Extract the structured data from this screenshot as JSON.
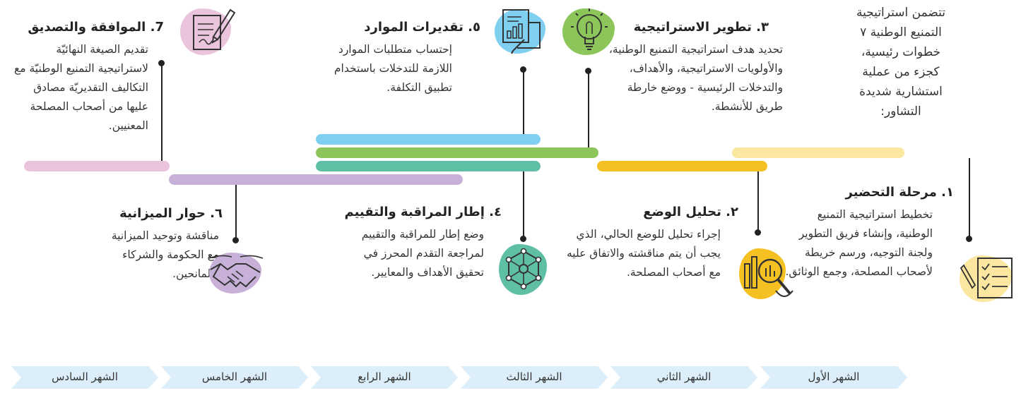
{
  "intro": "تتضمن استراتيجية التمنيع الوطنية ٧ خطوات رئيسية، كجزء من عملية استشارية شديدة التشاور:",
  "colors": {
    "step1": "#fbe7a0",
    "step2": "#f5c022",
    "step3": "#8cc65a",
    "step4": "#5fbfa5",
    "step5": "#7ecff0",
    "step6": "#c7b1d9",
    "step7": "#eac4dc"
  },
  "steps": [
    {
      "num": "١.",
      "title": "مرحلة التحضير",
      "desc": "تخطيط استراتيجية التمنيع الوطنية، وإنشاء فريق التطوير ولجنة التوجيه، ورسم خريطة لأصحاب المصلحة، وجمع الوثائق.",
      "icon": "checklist-icon"
    },
    {
      "num": "٢.",
      "title": "تحليل الوضع",
      "desc": "إجراء تحليل للوضع الحالي، الذي يجب أن يتم مناقشته والاتفاق عليه مع أصحاب المصلحة.",
      "icon": "analysis-chart-icon"
    },
    {
      "num": "٣.",
      "title": "تطوير الاستراتيجية",
      "desc": "تحديد هدف استراتيجية التمنيع الوطنية، والأولويات الاستراتيجية، والأهداف، والتدخلات الرئيسية - ووضع خارطة طريق للأنشطة.",
      "icon": "lightbulb-icon"
    },
    {
      "num": "٤.",
      "title": "إطار المراقبة والتقييم",
      "desc": "وضع إطار للمراقبة والتقييم لمراجعة التقدم المحرز في تحقيق الأهداف والمعايير.",
      "icon": "network-icon"
    },
    {
      "num": "٥.",
      "title": "تقديرات الموارد",
      "desc": "إحتساب متطلبات الموارد اللازمة للتدخلات باستخدام تطبيق التكلفة.",
      "icon": "report-chart-icon"
    },
    {
      "num": "٦.",
      "title": "حوار الميزانية",
      "desc": "مناقشة وتوحيد الميزانية مع الحكومة والشركاء والمانحين.",
      "icon": "handshake-icon"
    },
    {
      "num": "7.",
      "title": "الموافقة والتصديق",
      "desc": "تقديم الصيغة النهائيّة لاستراتيجية التمنيع الوطنيّة مع التكاليف التقديريّة مصادق عليها من أصحاب المصلحة المعنيين.",
      "icon": "document-sign-icon"
    }
  ],
  "months": [
    "الشهر الأول",
    "الشهر الثاني",
    "الشهر الثالث",
    "الشهر الرابع",
    "الشهر الخامس",
    "الشهر السادس"
  ],
  "month_color": "#dbeef9"
}
